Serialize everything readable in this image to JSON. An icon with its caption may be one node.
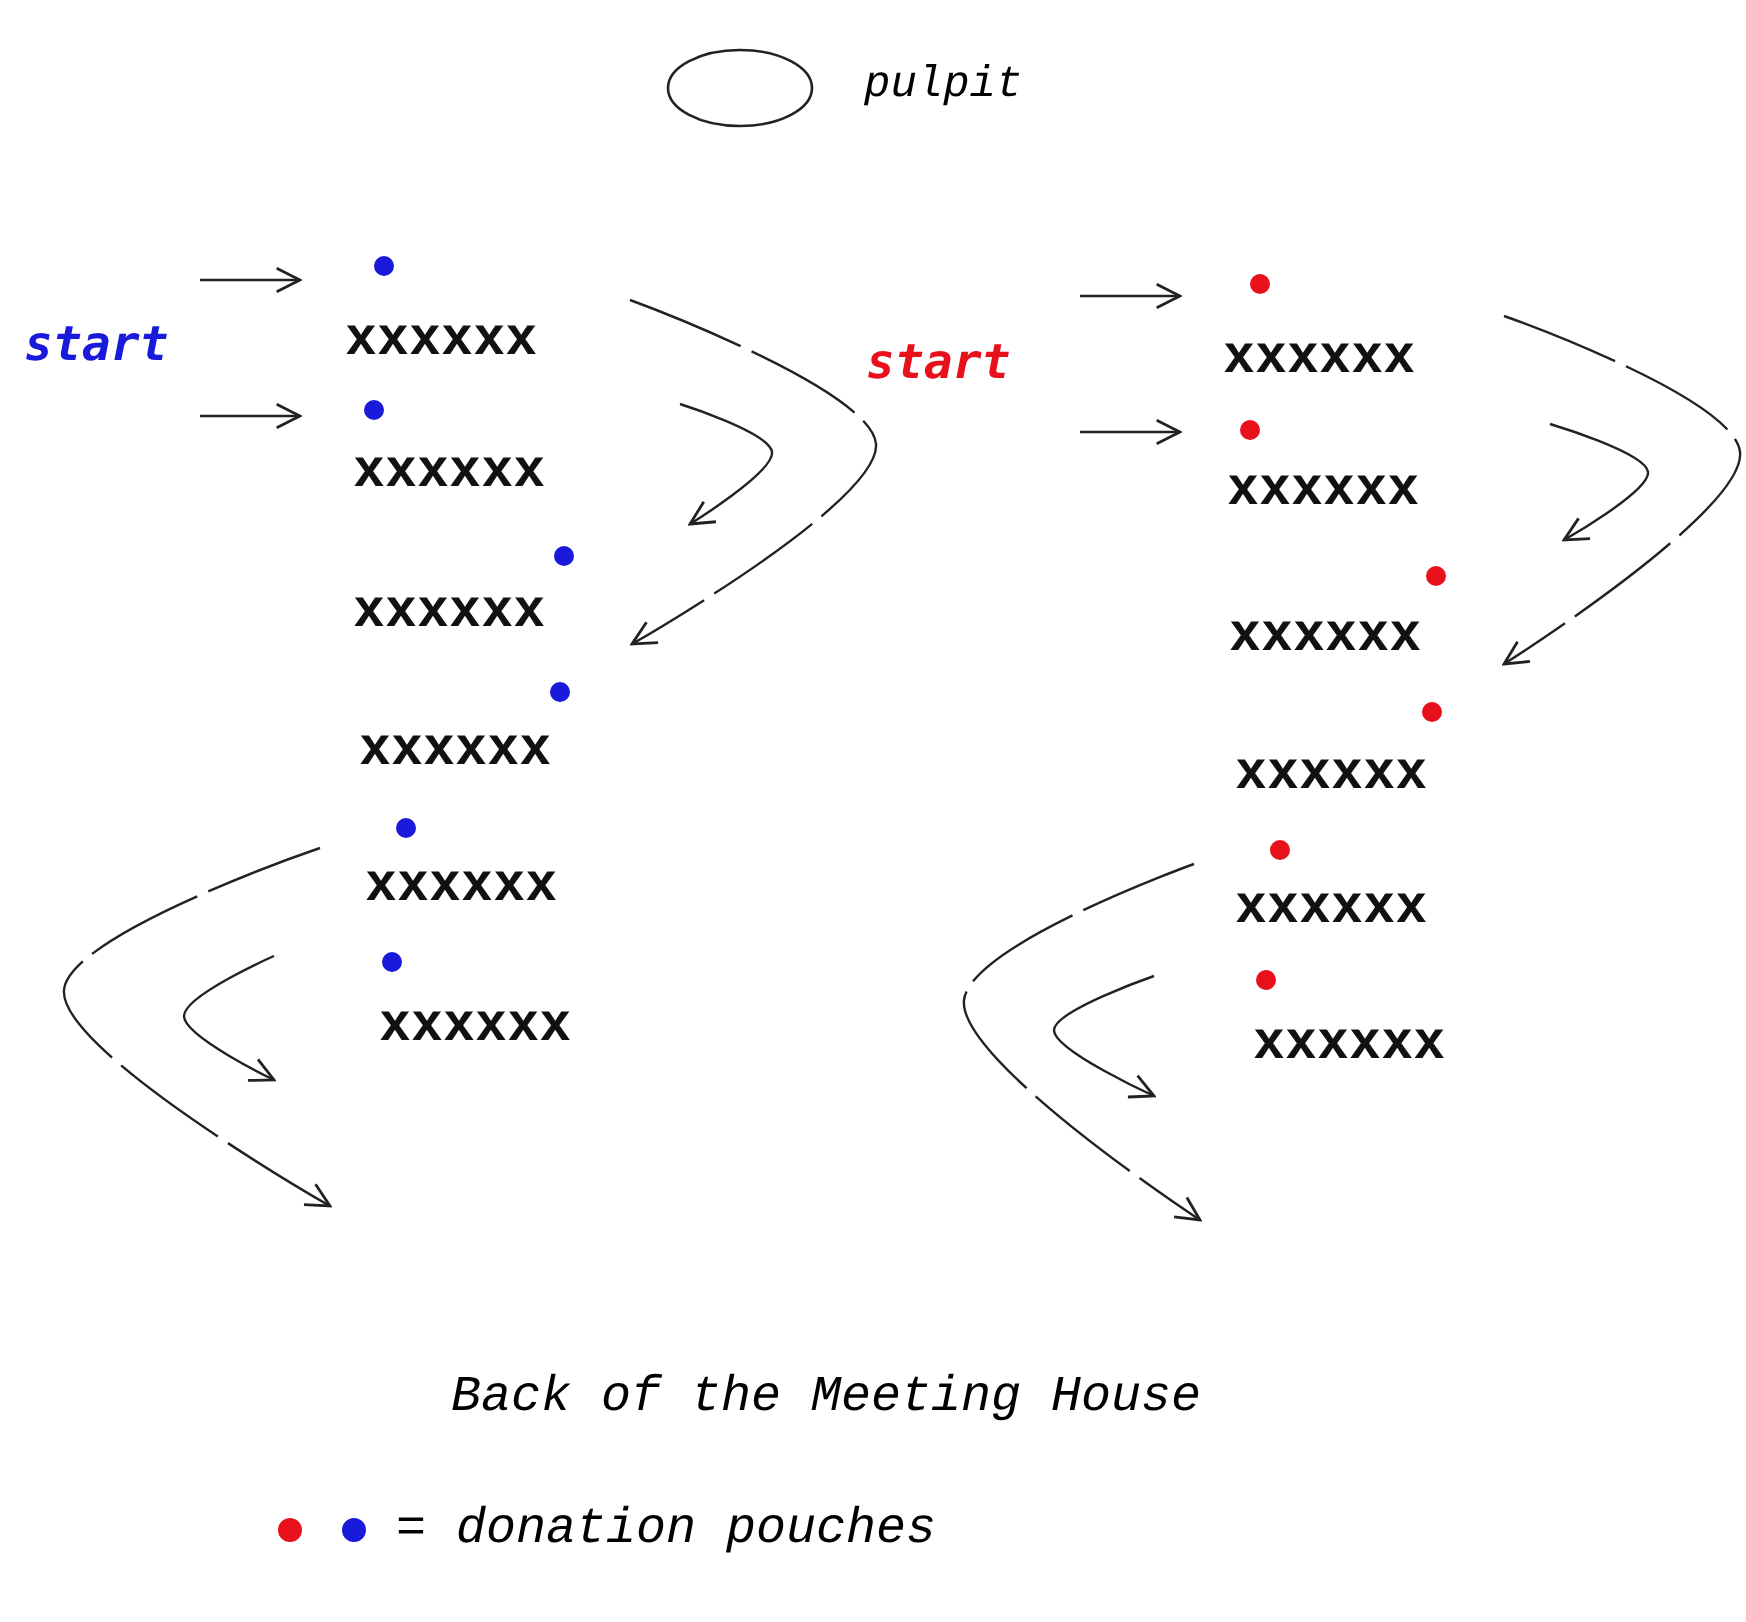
{
  "diagram": {
    "caption": "Back of the Meeting House",
    "nodes": [
      {
        "text": [],
        "shape": "circle",
        "beside": [
          "pulpit"
        ]
      }
    ],
    "labels": [
      "start",
      "xxxxxx",
      "xxxxxx",
      "xxxxxx",
      "xxxxxx",
      "xxxxxx",
      "xxxxxx",
      "start",
      "xxxxxx",
      "xxxxxx",
      "xxxxxx",
      "xxxxxx",
      "xxxxxx",
      "xxxxxx"
    ],
    "legend": [
      {
        "text": "= donation pouches"
      }
    ]
  }
}
